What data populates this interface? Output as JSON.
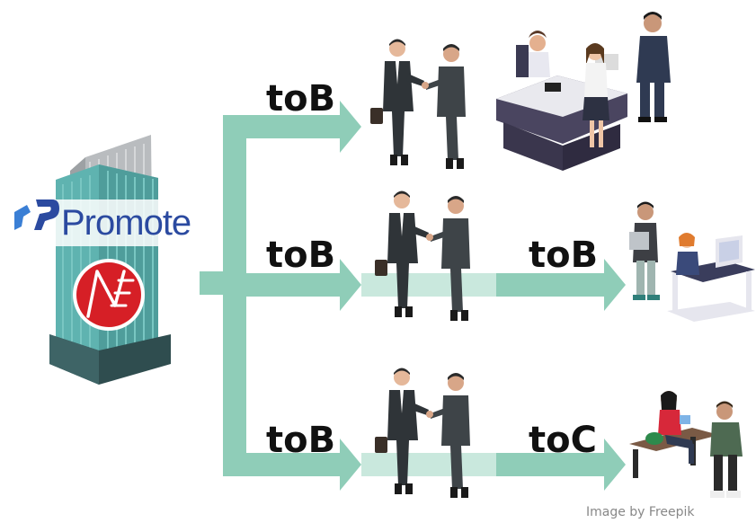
{
  "brand": {
    "name": "Promote"
  },
  "flows": [
    {
      "first": "toB",
      "second": ""
    },
    {
      "first": "toB",
      "second": "toB"
    },
    {
      "first": "toB",
      "second": "toC"
    }
  ],
  "credit": "Image by Freepik",
  "colors": {
    "arrow": "#8fcdb8",
    "arrow_light": "#c9e8dd",
    "brand": "#2b4aa0",
    "logo_red": "#d61f26"
  },
  "icons": [
    "office-building-icon",
    "ne-logo-icon",
    "handshake-icon",
    "office-reception-icon",
    "office-desk-worker-icon",
    "bench-consumers-icon"
  ]
}
